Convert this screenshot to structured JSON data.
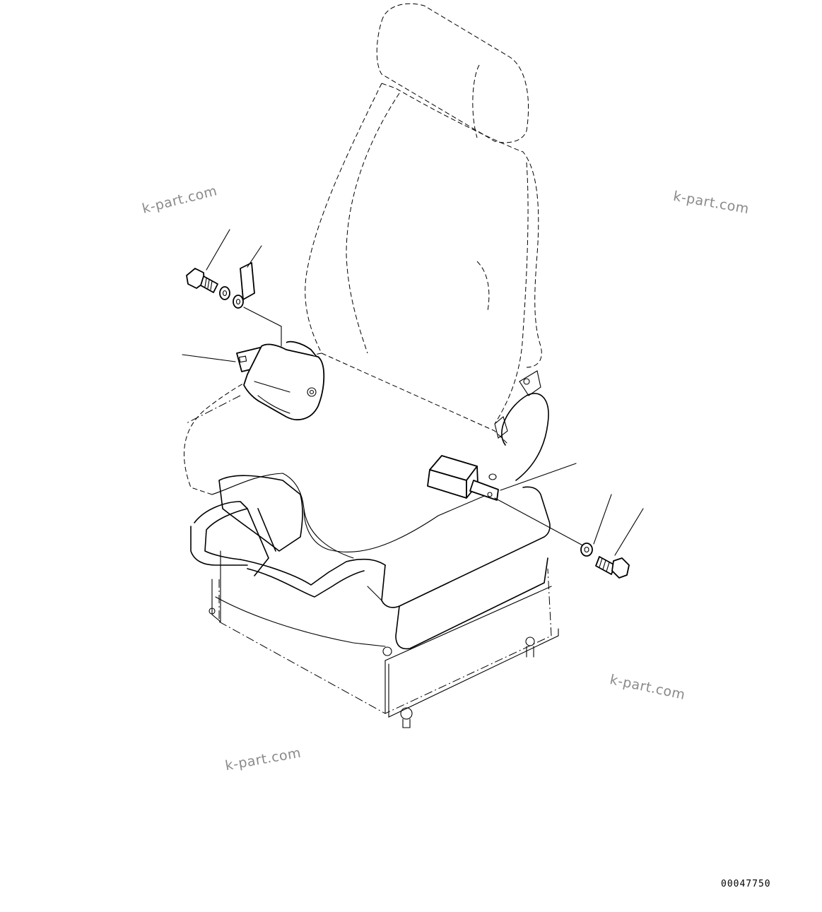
{
  "drawing_number": "00047750",
  "watermarks": [
    {
      "text": "k-part.com",
      "pos": "upper-left"
    },
    {
      "text": "k-part.com",
      "pos": "upper-right"
    },
    {
      "text": "k-part.com",
      "pos": "lower-right"
    },
    {
      "text": "k-part.com",
      "pos": "lower-left"
    }
  ],
  "parts": {
    "seat": "seat-assembly",
    "left_belt": "seat-belt-buckle",
    "right_belt": "seat-belt-retractor",
    "left_fasteners": [
      "bolt",
      "washer",
      "washer"
    ],
    "right_fasteners": [
      "washer",
      "bolt"
    ]
  },
  "colors": {
    "line": "#000000",
    "watermark": "#8a8a8a",
    "background": "#ffffff"
  }
}
